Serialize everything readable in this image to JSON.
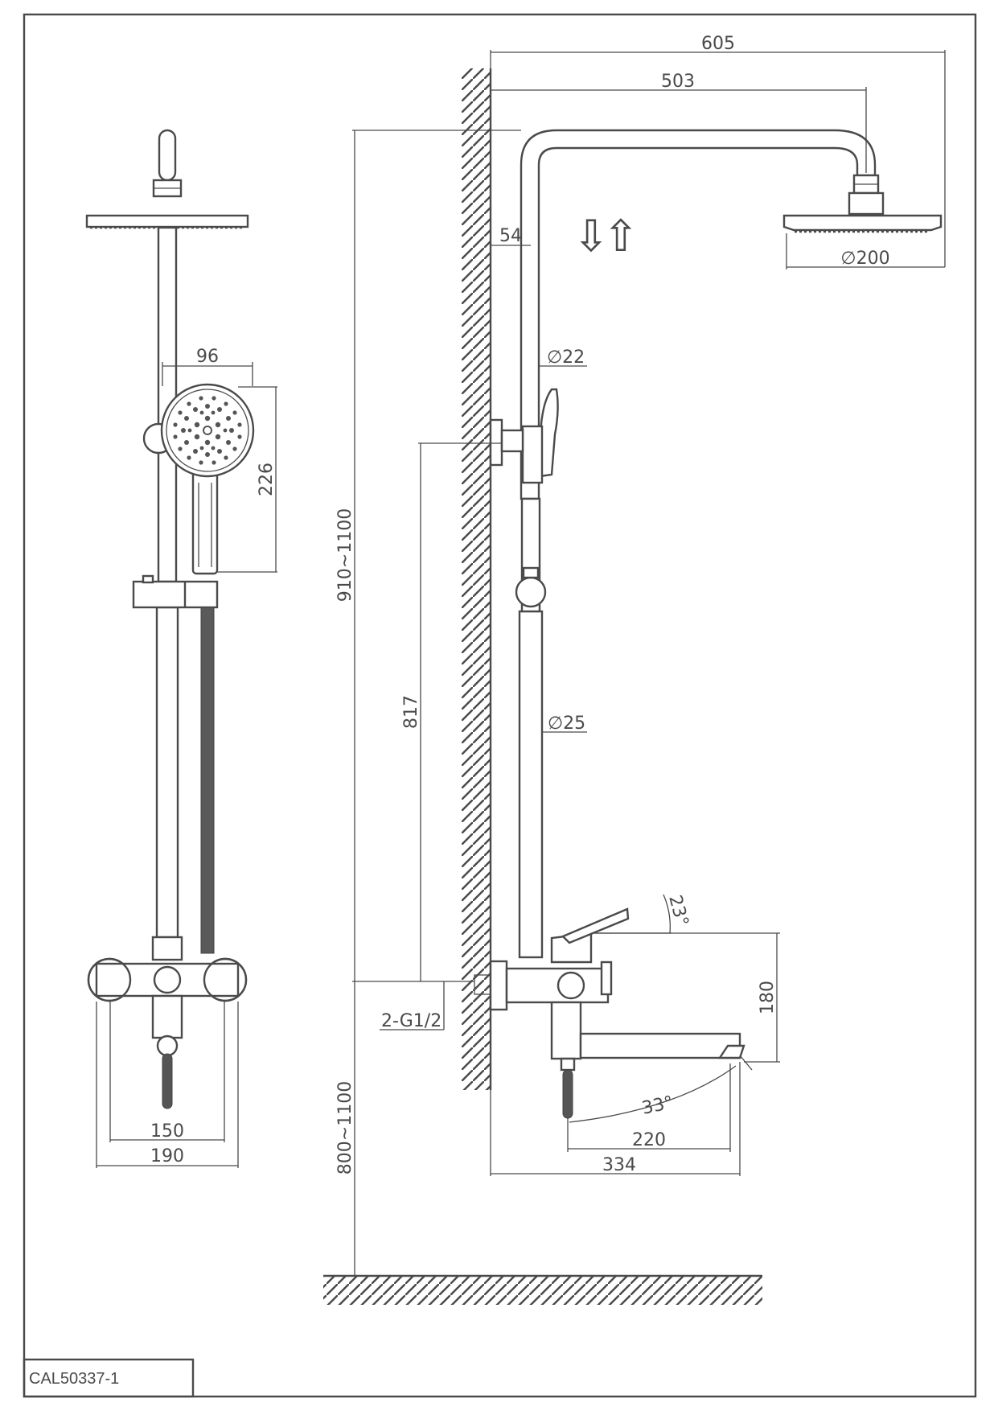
{
  "title_block": {
    "code": "CAL50337-1"
  },
  "dimensions": {
    "overall_width": "605",
    "arm_length": "503",
    "wall_offset": "54",
    "head_diameter": "∅200",
    "riser_top_diameter": "∅22",
    "riser_diameter": "∅25",
    "overall_height": "910~1100",
    "slider_height": "817",
    "inlet_thread": "2-G1/2",
    "mount_height": "800~1100",
    "mixer_height": "180",
    "lever_angle": "23°",
    "spout_swivel": "33°",
    "spout_reach": "220",
    "mixer_depth": "334",
    "hand_shower_diameter": "96",
    "hand_shower_length": "226",
    "inlet_centers": "150",
    "mixer_width": "190",
    "arrow_up": "⇧",
    "arrow_down": "⇩"
  },
  "colors": {
    "line": "#4a4a4a",
    "background": "#ffffff"
  }
}
